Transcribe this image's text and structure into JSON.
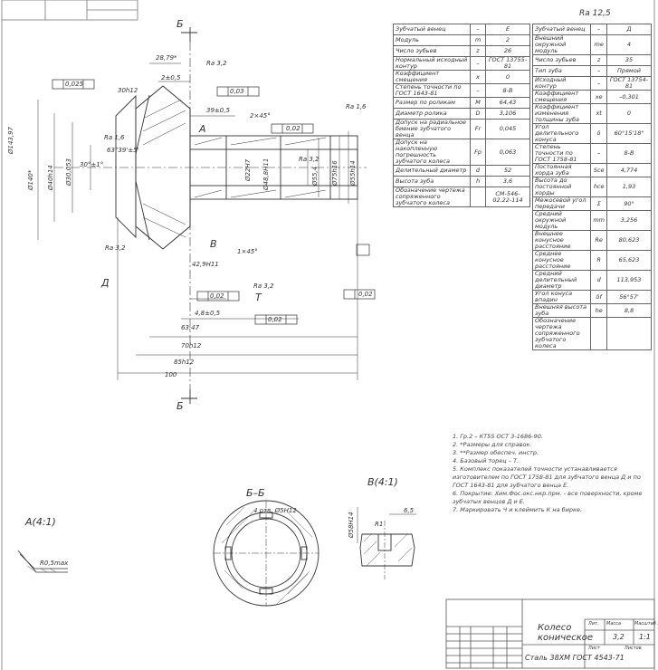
{
  "left_table": {
    "rows": [
      {
        "name": "Зубчатый венец",
        "sym": "–",
        "val": "Е"
      },
      {
        "name": "Модуль",
        "sym": "m",
        "val": "2"
      },
      {
        "name": "Число зубьев",
        "sym": "z",
        "val": "26"
      },
      {
        "name": "Нормальный исходный контур",
        "sym": "–",
        "val": "ГОСТ 13755-81"
      },
      {
        "name": "Коэффициент смещения",
        "sym": "x",
        "val": "0"
      },
      {
        "name": "Степень точности по ГОСТ 1643-81",
        "sym": "–",
        "val": "8-В"
      },
      {
        "name": "Размер по роликам",
        "sym": "M",
        "val": "64,43"
      },
      {
        "name": "Диаметр ролика",
        "sym": "D",
        "val": "3,106"
      },
      {
        "name": "Допуск на радиальное биение зубчатого венца",
        "sym": "Fr",
        "val": "0,045"
      },
      {
        "name": "Допуск на накопленную погрешность зубчатого колеса",
        "sym": "Fp",
        "val": "0,063"
      },
      {
        "name": "Делительный диаметр",
        "sym": "d",
        "val": "52"
      },
      {
        "name": "Высота зуба",
        "sym": "h",
        "val": "3,6"
      },
      {
        "name": "Обозначение чертежа сопряженного зубчатого колеса",
        "sym": "",
        "val": "СМ-546-02.22-114"
      }
    ]
  },
  "right_table": {
    "roughness": "Ra 12,5",
    "rows": [
      {
        "name": "Зубчатый венец",
        "sym": "–",
        "val": "Д"
      },
      {
        "name": "Внешний окружной модуль",
        "sym": "me",
        "val": "4"
      },
      {
        "name": "Число зубьев",
        "sym": "z",
        "val": "35"
      },
      {
        "name": "Тип зуба",
        "sym": "–",
        "val": "Прямой"
      },
      {
        "name": "Исходный контур",
        "sym": "–",
        "val": "ГОСТ 13754-81"
      },
      {
        "name": "Коэффициент смещения",
        "sym": "xe",
        "val": "–0,301"
      },
      {
        "name": "Коэффициент изменения толщины зуба",
        "sym": "xt",
        "val": "0"
      },
      {
        "name": "Угол делительного конуса",
        "sym": "δ",
        "val": "60°15'18\""
      },
      {
        "name": "Степень точности по ГОСТ 1758-81",
        "sym": "–",
        "val": "8-В"
      },
      {
        "name": "Постоянная хорда зуба",
        "sym": "Sce",
        "val": "4,774"
      },
      {
        "name": "Высота до постоянной хорды",
        "sym": "hce",
        "val": "1,93"
      },
      {
        "name": "Межосевой угол передачи",
        "sym": "Σ",
        "val": "90°"
      },
      {
        "name": "Средний окружной модуль",
        "sym": "mm",
        "val": "3,256"
      },
      {
        "name": "Внешнее конусное расстояние",
        "sym": "Re",
        "val": "80,623"
      },
      {
        "name": "Среднее конусное расстояние",
        "sym": "R",
        "val": "65,623"
      },
      {
        "name": "Средний делительный диаметр",
        "sym": "d",
        "val": "113,953"
      },
      {
        "name": "Угол конуса впадин",
        "sym": "δf",
        "val": "56°57'"
      },
      {
        "name": "Внешняя высота зуба",
        "sym": "he",
        "val": "8,8"
      },
      {
        "name": "Обозначение чертежа сопряженного зубчатого колеса",
        "sym": "",
        "val": ""
      }
    ]
  },
  "notes": [
    "1. Гр.2 – КТ55 ОСТ 3-1686-90.",
    "2. *Размеры для справок.",
    "3. **Размер обеспеч. инстр.",
    "4. Базовый торец – Т.",
    "5. Комплекс показателей точности устанавливается изготовителем по ГОСТ 1758-81 для зубчатого венца Д и по ГОСТ 1643-81 для зубчатого венца Е.",
    "6. Покрытие: Хим.Фос.окс.нкр.прм. - все поверхности, кроме зубчатых венцов Д и Е.",
    "7. Маркировать Ч и клеймить К на бирке."
  ],
  "views": {
    "section_b": "Б",
    "view_a": "A(4:1)",
    "view_bb": "Б–Б",
    "view_v": "В(4:1)",
    "label_a": "A",
    "label_v": "В",
    "label_t": "Т",
    "label_d": "Д"
  },
  "dims": {
    "d1": "28,79*",
    "d2": "Ra 3,2",
    "d3": "2±0,5",
    "d4": "0,025",
    "d5": "0,03",
    "d6": "30h12",
    "d7": "Ra 1,6",
    "d8": "63°39'±5'",
    "d9": "39±0,5",
    "d10": "2×45°",
    "d11": "0,02",
    "d12": "Ra 1,6",
    "d13": "Ra 3,2",
    "d14": "Ø143,97",
    "d15": "Ø140*",
    "d16": "Ø40h14",
    "d17": "Ø30,053",
    "d18": "30°±1°",
    "d19": "Ø22Н7",
    "d20": "Ø48,8H11",
    "d21": "Ø55,4",
    "d22": "Ø75h16",
    "d23": "Ø55h14",
    "d24": "Ra 3,2",
    "d25": "42,9H11",
    "d26": "1×45°",
    "d27": "0,02",
    "d28": "4,8±0,5",
    "d29": "63,47",
    "d30": "70h12",
    "d31": "85h12",
    "d32": "100",
    "d33": "0,02",
    "d34": "0,02",
    "d35": "Ra 3,2",
    "d36": "4 отв. Ø5Н12",
    "d37": "R0,5max",
    "d38": "Ø58H14",
    "d39": "R1",
    "d40": "6,5"
  },
  "title_block": {
    "name": "Колесо коническое",
    "material": "Сталь 38ХМ ГОСТ 4543-71",
    "mass": "3,2",
    "scale": "1:1",
    "lit": "Лит.",
    "mass_label": "Масса",
    "scale_label": "Масштаб",
    "sheet": "Лист",
    "sheets": "Листов"
  }
}
